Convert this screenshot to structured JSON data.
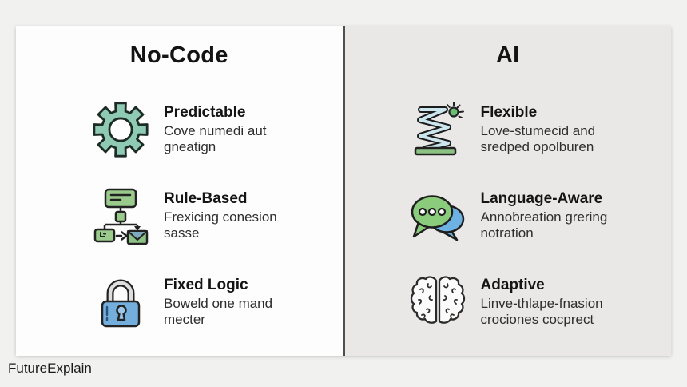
{
  "brand": "FutureExplain",
  "colors": {
    "outer_background": "#f1f1f0",
    "left_panel": "#fdfdfd",
    "right_panel": "#e9e8e6",
    "divider": "#4e4e4e",
    "gear_green": "#8fcbb4",
    "flow_green": "#9acb8c",
    "envelope_flap_blue": "#7fa9bc",
    "lock_blue": "#73aedc",
    "spring_blue": "#cbe7ed",
    "spring_base_green": "#8cc284",
    "chat_green": "#8bcb7c",
    "chat_blue": "#6db2e2"
  },
  "panels": {
    "left": {
      "title": "No-Code",
      "items": [
        {
          "icon": "gear-icon",
          "title": "Predictable",
          "subtitle": "Cove numedi aut\ngneatign"
        },
        {
          "icon": "flowchart-icon",
          "title": "Rule-Based",
          "subtitle": "Frexicing conesion\nsasse"
        },
        {
          "icon": "lock-icon",
          "title": "Fixed Logic",
          "subtitle": "Boweld one mand\nmecter"
        }
      ]
    },
    "right": {
      "title": "AI",
      "items": [
        {
          "icon": "spring-icon",
          "title": "Flexible",
          "subtitle": "Love-stumecid and\nsredped opolburen"
        },
        {
          "icon": "chat-bubbles-icon",
          "title": "Language-Aware",
          "subtitle": "Annoƀreation grering\nnotration"
        },
        {
          "icon": "brain-icon",
          "title": "Adaptive",
          "subtitle": "Linve-thlape-fnasion\ncrociones cocprect"
        }
      ]
    }
  }
}
